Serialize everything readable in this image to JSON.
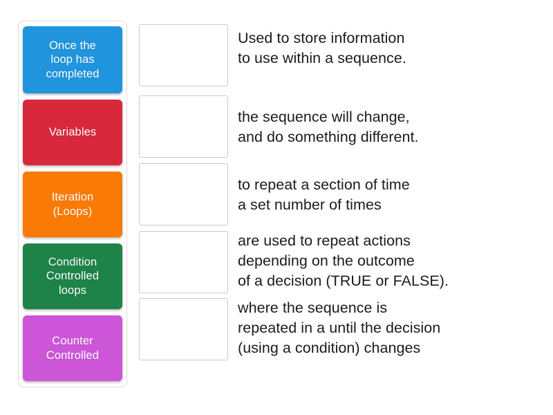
{
  "activity": {
    "type": "match-up",
    "tray": {
      "tiles": [
        {
          "id": "tile-once-the-loop-has-completed",
          "label": "Once the\nloop has\ncompleted",
          "color": "#2095dd"
        },
        {
          "id": "tile-variables",
          "label": "Variables",
          "color": "#d8283c"
        },
        {
          "id": "tile-iteration-loops",
          "label": "Iteration\n(Loops)",
          "color": "#f97b05"
        },
        {
          "id": "tile-condition-controlled-loops",
          "label": "Condition\nControlled\nloops",
          "color": "#1d8348"
        },
        {
          "id": "tile-counter-controlled",
          "label": "Counter\nControlled",
          "color": "#cc55d8"
        }
      ]
    },
    "answers": [
      {
        "id": "answer-1",
        "dropzone_value": "",
        "lines": [
          "Used to store information",
          "to use within a sequence."
        ]
      },
      {
        "id": "answer-2",
        "dropzone_value": "",
        "lines": [
          "the sequence will change,",
          "and do something different."
        ]
      },
      {
        "id": "answer-3",
        "dropzone_value": "",
        "lines": [
          "to repeat a section of time",
          "a set number of times"
        ]
      },
      {
        "id": "answer-4",
        "dropzone_value": "",
        "lines": [
          "are used to repeat actions",
          "depending on the outcome",
          "of a decision (TRUE or FALSE)."
        ]
      },
      {
        "id": "answer-5",
        "dropzone_value": "",
        "lines": [
          "where the sequence is",
          "repeated in a until the decision",
          "(using a condition) changes"
        ]
      }
    ],
    "colors": {
      "blue": "#2095dd",
      "red": "#d8283c",
      "orange": "#f97b05",
      "green": "#1d8348",
      "purple": "#cc55d8",
      "tray_border": "#dcdcdc",
      "dropzone_border": "#c9c9c9",
      "text": "#1b1b1b",
      "background": "#ffffff"
    }
  }
}
